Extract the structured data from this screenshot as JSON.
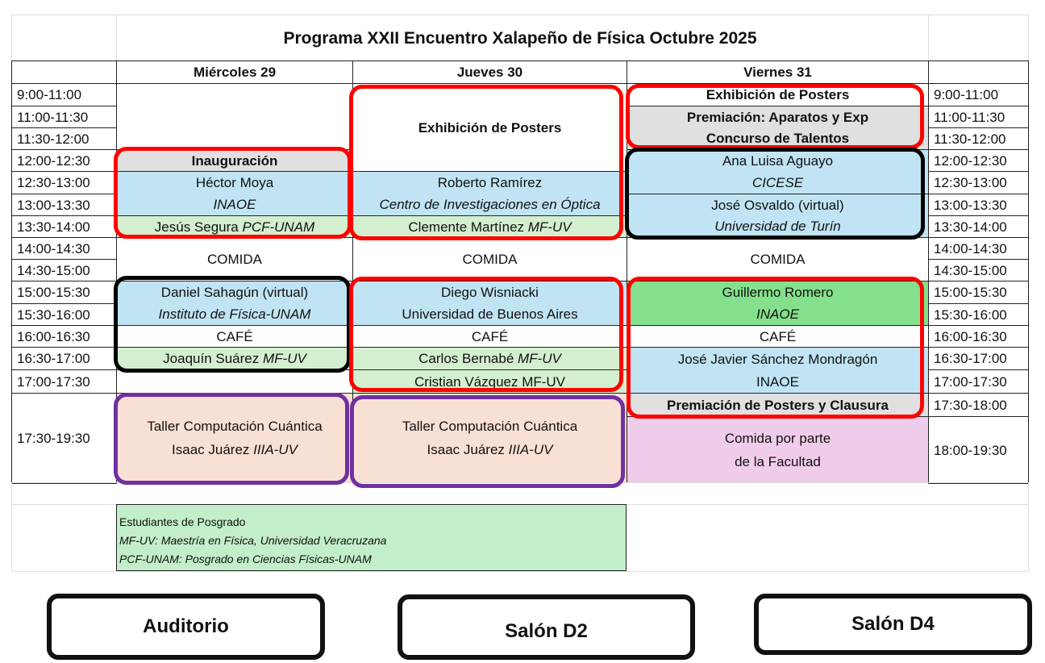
{
  "title": "Programa XXII Encuentro Xalapeño de Física Octubre 2025",
  "days": [
    "Miércoles 29",
    "Jueves 30",
    "Viernes 31"
  ],
  "times_left": [
    "9:00-11:00",
    "11:00-11:30",
    "11:30-12:00",
    "12:00-12:30",
    "12:30-13:00",
    "13:00-13:30",
    "13:30-14:00",
    "14:00-14:30",
    "14:30-15:00",
    "15:00-15:30",
    "15:30-16:00",
    "16:00-16:30",
    "16:30-17:00",
    "17:00-17:30",
    "17:30-19:30"
  ],
  "times_right": [
    "9:00-11:00",
    "11:00-11:30",
    "11:30-12:00",
    "12:00-12:30",
    "12:30-13:00",
    "13:00-13:30",
    "13:30-14:00",
    "14:00-14:30",
    "14:30-15:00",
    "15:00-15:30",
    "15:30-16:00",
    "16:00-16:30",
    "16:30-17:00",
    "17:00-17:30",
    "17:30-18:00",
    "18:00-19:30"
  ],
  "mie": {
    "inaug": "Inauguración",
    "hector": "Héctor Moya",
    "hector_inst": "INAOE",
    "jesus": "Jesús Segura ",
    "jesus_inst": "PCF-UNAM",
    "comida": "COMIDA",
    "daniel": "Daniel Sahagún (virtual)",
    "daniel_inst": "Instituto de Física-UNAM",
    "cafe": "CAFÉ",
    "joaquin": "Joaquín Suárez ",
    "joaquin_inst": "MF-UV",
    "taller": "Taller Computación Cuántica",
    "taller2": "Isaac Juárez ",
    "taller_inst": "IIIA-UV"
  },
  "jue": {
    "posters": "Exhibición de Posters",
    "roberto": "Roberto Ramírez",
    "roberto_inst": "Centro de Investigaciones en Óptica",
    "clemente": "Clemente Martínez ",
    "clemente_inst": "MF-UV",
    "comida": "COMIDA",
    "diego": "Diego Wisniacki",
    "diego_inst": "Universidad de Buenos Aires",
    "cafe": "CAFÉ",
    "carlos": "Carlos Bernabé ",
    "carlos_inst": "MF-UV",
    "cristian": "Cristian Vázquez MF-UV",
    "taller": "Taller Computación Cuántica",
    "taller2": "Isaac Juárez ",
    "taller_inst": "IIIA-UV"
  },
  "vie": {
    "posters": "Exhibición de Posters",
    "prem1": "Premiación: Aparatos y Exp",
    "prem2": "Concurso de Talentos",
    "ana": "Ana Luisa Aguayo",
    "ana_inst": "CICESE",
    "jose": "José Osvaldo (virtual)",
    "jose_inst": "Universidad de Turín",
    "comida": "COMIDA",
    "guillermo": "Guillermo Romero",
    "guillermo_inst": "INAOE",
    "cafe": "CAFÉ",
    "javier": "José Javier Sánchez Mondragón",
    "javier_inst": "INAOE",
    "clausura": "Premiación de Posters  y  Clausura",
    "comida_fac1": "Comida por  parte",
    "comida_fac2": "de la Facultad"
  },
  "notes": [
    "Estudiantes de Posgrado",
    "MF-UV: Maestría en Física, Universidad Veracruzana",
    "PCF-UNAM: Posgrado en Ciencias Físicas-UNAM"
  ],
  "legend": {
    "auditorio": "Auditorio",
    "d2": "Salón D2",
    "d4": "Salón D4"
  },
  "colors": {
    "auditorio": "#ff0000",
    "d2": "#000000",
    "d4": "#7030a0"
  }
}
